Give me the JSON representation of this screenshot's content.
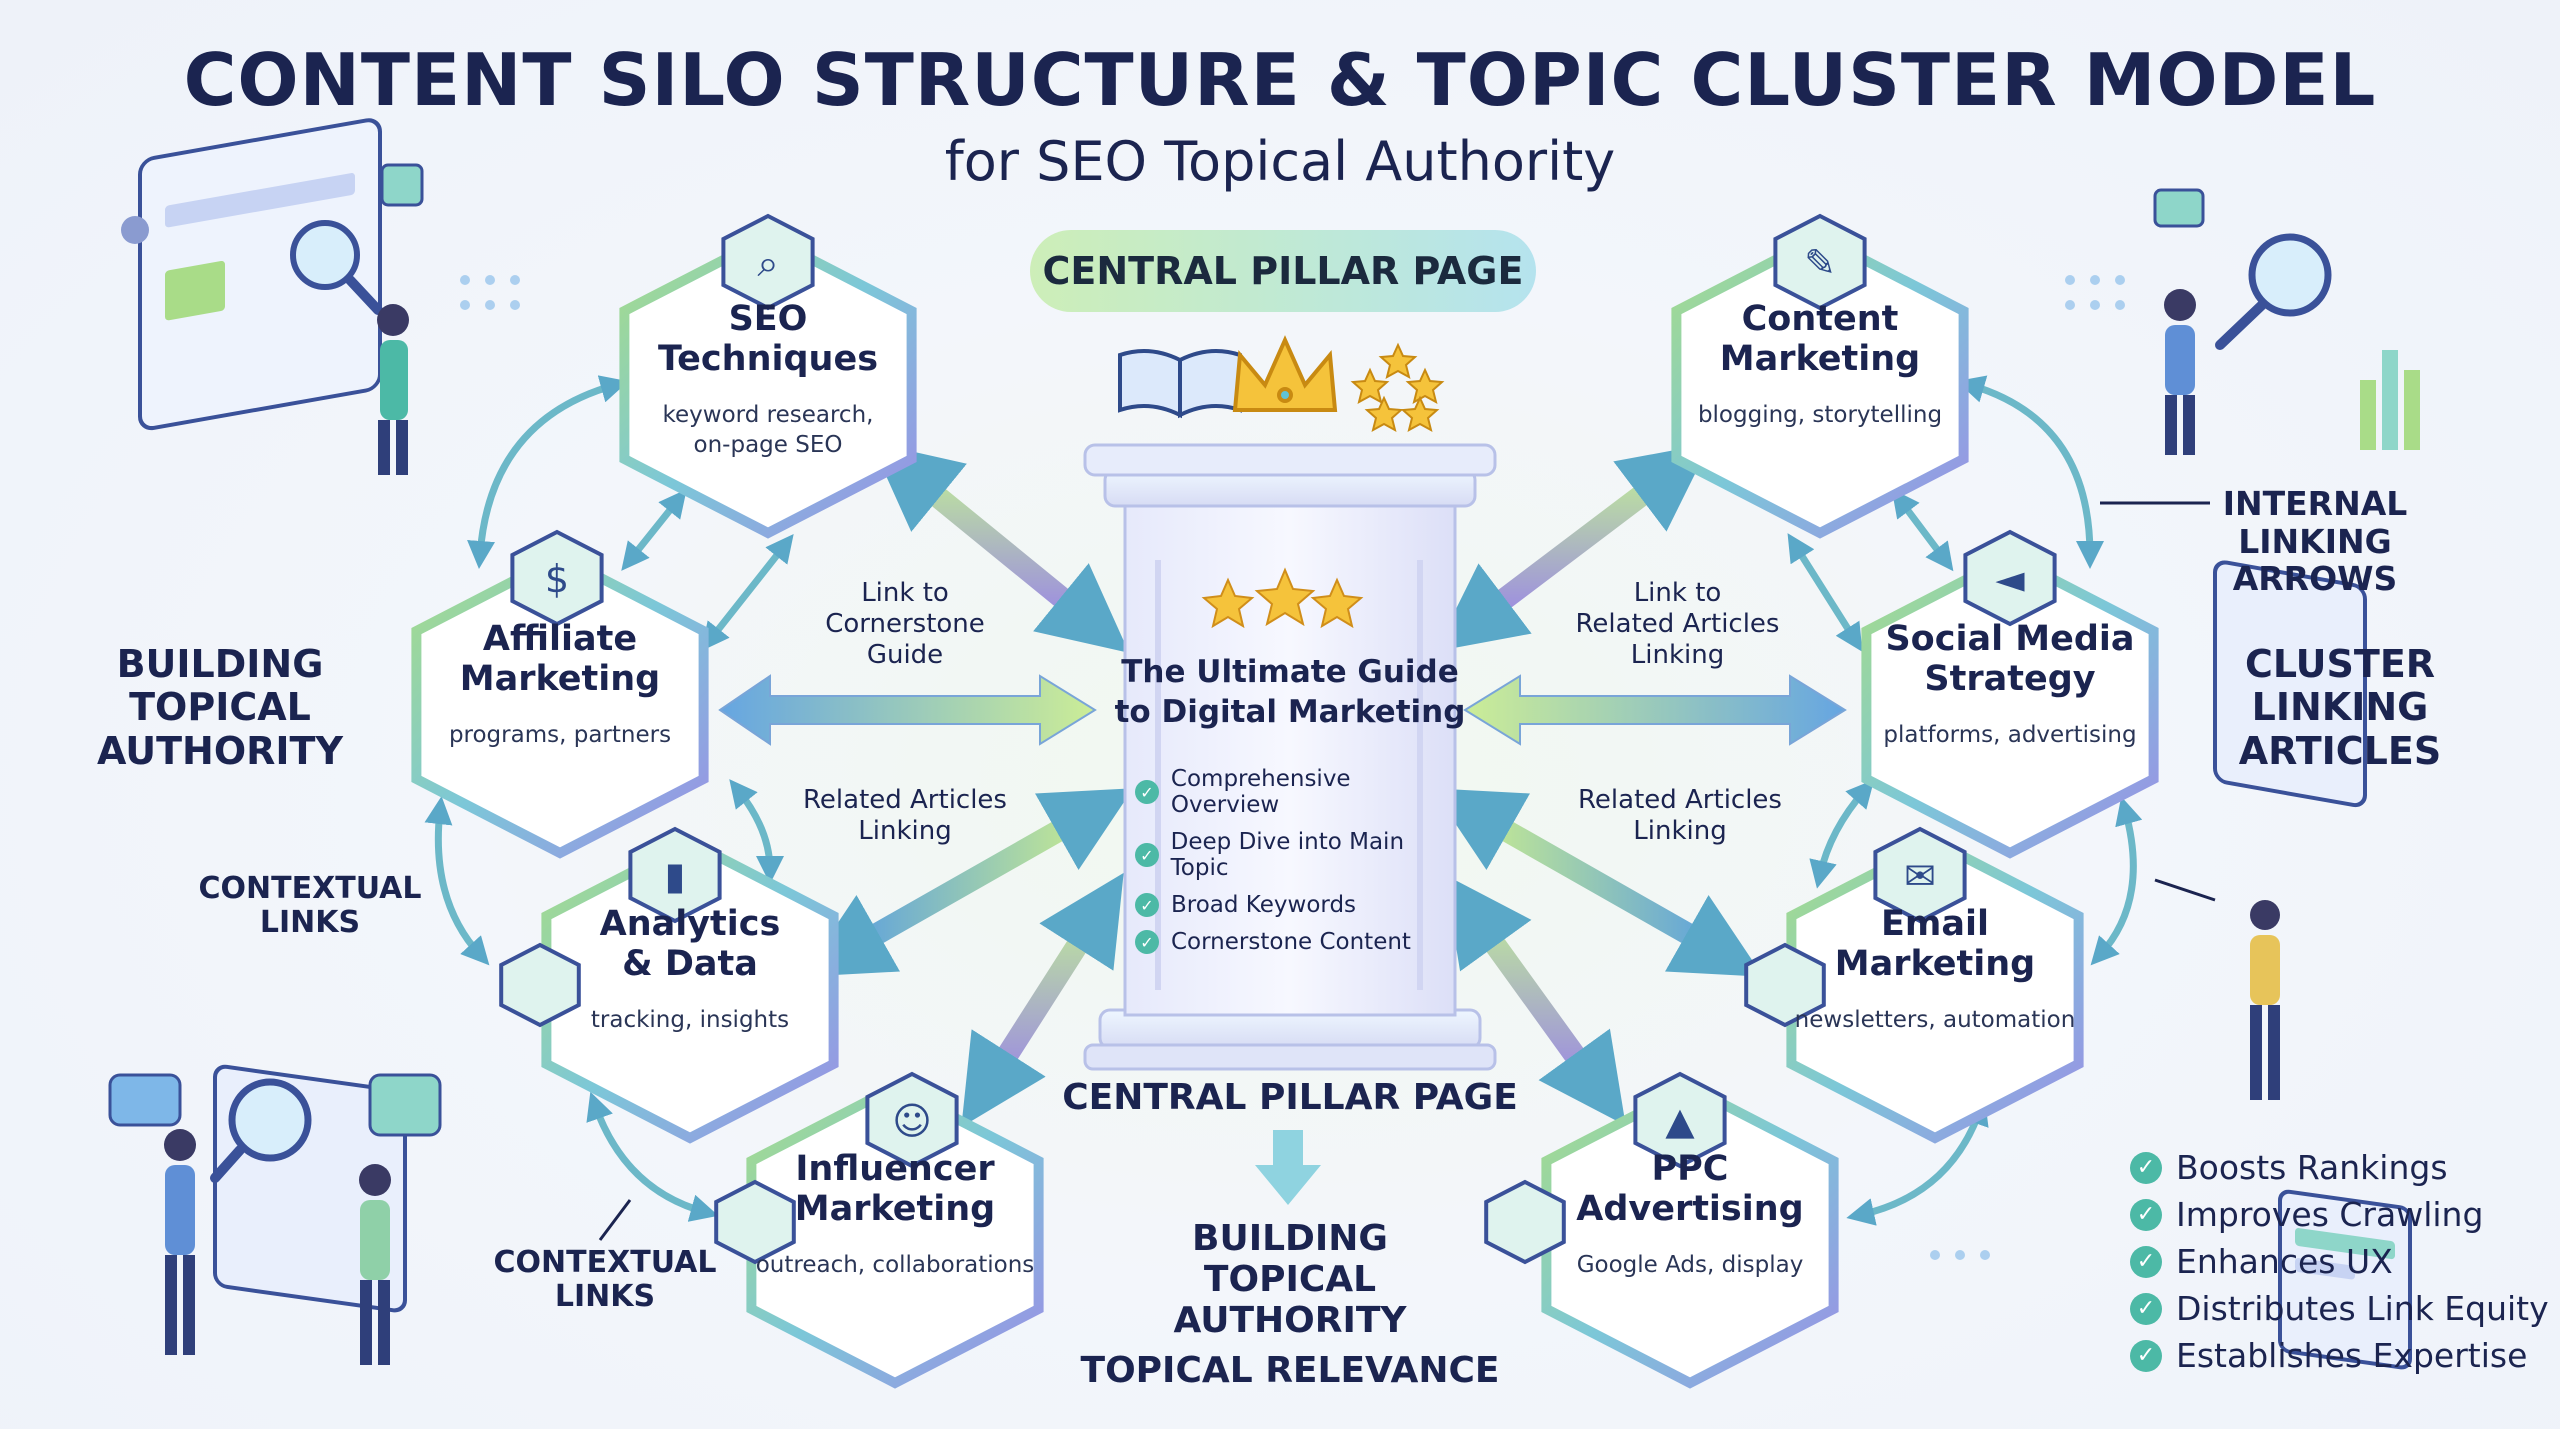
{
  "header": {
    "title": "CONTENT SILO STRUCTURE & TOPIC CLUSTER MODEL",
    "subtitle": "for SEO Topical Authority",
    "pill_label": "CENTRAL PILLAR PAGE"
  },
  "pillar": {
    "title_line1": "The Ultimate Guide",
    "title_line2": "to Digital Marketing",
    "features": [
      "Comprehensive Overview",
      "Deep Dive into Main Topic",
      "Broad Keywords",
      "Cornerstone Content"
    ],
    "base_label": "CENTRAL PILLAR PAGE",
    "below_lines": [
      "BUILDING",
      "TOPICAL",
      "AUTHORITY"
    ],
    "below_tag": "TOPICAL RELEVANCE"
  },
  "clusters": {
    "seo": {
      "title": [
        "SEO",
        "Techniques"
      ],
      "sub": [
        "keyword research,",
        "on-page SEO"
      ],
      "icon": "magnifier-icon"
    },
    "affiliate": {
      "title": [
        "Affiliate",
        "Marketing"
      ],
      "sub": [
        "programs, partners"
      ],
      "icon": "money-hand-icon"
    },
    "analytics": {
      "title": [
        "Analytics",
        "& Data"
      ],
      "sub": [
        "tracking, insights"
      ],
      "icon": "bar-chart-icon"
    },
    "influencer": {
      "title": [
        "Influencer",
        "Marketing"
      ],
      "sub": [
        "outreach, collaborations"
      ],
      "icon": "people-icon"
    },
    "content": {
      "title": [
        "Content",
        "Marketing"
      ],
      "sub": [
        "blogging, storytelling"
      ],
      "icon": "document-pen-icon"
    },
    "social": {
      "title": [
        "Social Media",
        "Strategy"
      ],
      "sub": [
        "platforms, advertising"
      ],
      "icon": "megaphone-icon"
    },
    "email": {
      "title": [
        "Email",
        "Marketing"
      ],
      "sub": [
        "newsletters, automation"
      ],
      "icon": "envelope-icon"
    },
    "ppc": {
      "title": [
        "PPC",
        "Advertising"
      ],
      "sub": [
        "Google Ads, display"
      ],
      "icon": "google-ads-icon"
    }
  },
  "link_labels": {
    "left_top": "Link to\nCornerstone\nGuide",
    "left_bottom": "Related Articles\nLinking",
    "right_top": "Link to\nRelated Articles\nLinking",
    "right_bottom": "Related Articles\nLinking"
  },
  "side_labels": {
    "left_main": [
      "BUILDING",
      "TOPICAL",
      "AUTHORITY"
    ],
    "left_contextual_1": [
      "CONTEXTUAL",
      "LINKS"
    ],
    "left_contextual_2": [
      "CONTEXTUAL",
      "LINKS"
    ],
    "right_internal": [
      "INTERNAL",
      "LINKING ARROWS"
    ],
    "right_cluster": [
      "CLUSTER",
      "LINKING",
      "ARTICLES"
    ]
  },
  "benefits": [
    "Boosts Rankings",
    "Improves Crawling",
    "Enhances UX",
    "Distributes Link Equity",
    "Establishes Expertise"
  ],
  "colors": {
    "navy": "#1b2450",
    "teal": "#4cb9a6",
    "green": "#a9dc88",
    "blue": "#5aa8e0",
    "purple": "#9a86e6",
    "gold": "#f2b92a"
  }
}
